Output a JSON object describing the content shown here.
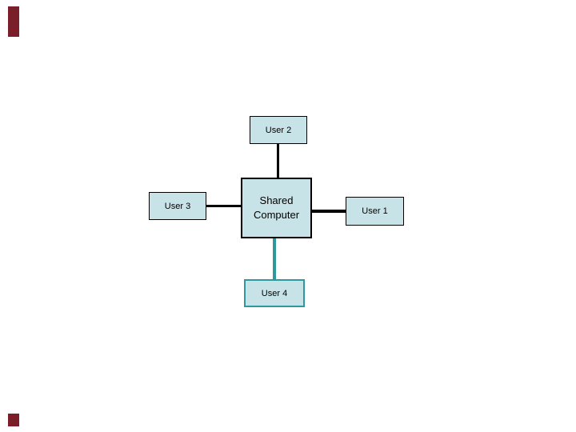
{
  "nodes": {
    "shared": {
      "label_line1": "Shared",
      "label_line2": "Computer"
    },
    "user1": {
      "label": "User 1"
    },
    "user2": {
      "label": "User 2"
    },
    "user3": {
      "label": "User 3"
    },
    "user4": {
      "label": "User 4"
    }
  },
  "connectors": {
    "user2_shared": {
      "from": "User 2",
      "to": "Shared Computer",
      "color": "#000000"
    },
    "user3_shared": {
      "from": "User 3",
      "to": "Shared Computer",
      "color": "#000000"
    },
    "user1_shared": {
      "from": "User 1",
      "to": "Shared Computer",
      "color": "#000000"
    },
    "user4_shared": {
      "from": "User 4",
      "to": "Shared Computer",
      "color": "#2e999d"
    }
  },
  "colors": {
    "background": "#ffffff",
    "node_fill": "#c8e3e7",
    "node_border": "#000000",
    "user4_border": "#2e999d",
    "connector_black": "#000000",
    "connector_teal": "#2e999d",
    "accent_maroon": "#7a1f2a",
    "text": "#000000"
  }
}
